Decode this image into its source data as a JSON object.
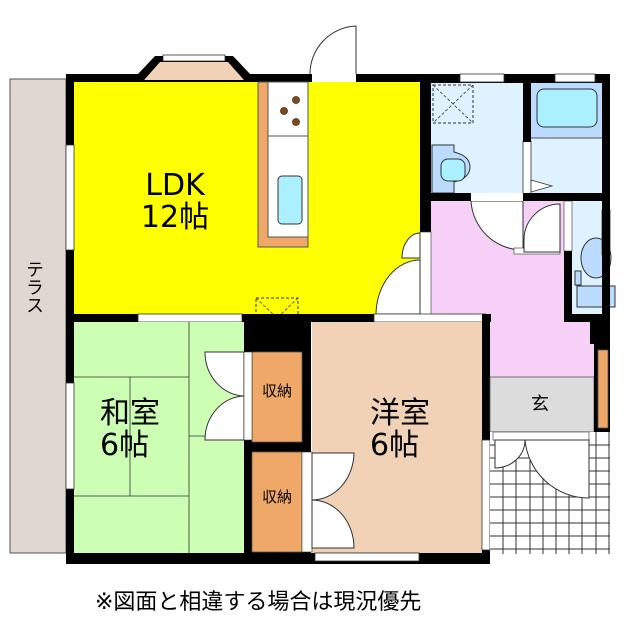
{
  "floorplan": {
    "rooms": {
      "ldk": {
        "name": "LDK",
        "size": "12帖",
        "color": "#ffff00"
      },
      "washitsu": {
        "name": "和室",
        "size": "6帖",
        "color": "#ccffb3"
      },
      "youshitsu": {
        "name": "洋室",
        "size": "6帖",
        "color": "#f2d2b6"
      },
      "storage_upper": {
        "name": "収納",
        "color": "#f0a868"
      },
      "storage_lower": {
        "name": "収納",
        "color": "#f0a868"
      },
      "genkan": {
        "name": "玄",
        "color": "#dcdcdc"
      },
      "hallway": {
        "color": "#f6d0f6"
      },
      "washroom": {
        "color": "#def2ff"
      },
      "bathroom": {
        "color": "#def2ff"
      },
      "toilet": {
        "color": "#def2ff"
      },
      "terrace": {
        "name": "テラス",
        "color": "#e0d8d0"
      }
    },
    "note": "※図面と相違する場合は現況優先"
  }
}
